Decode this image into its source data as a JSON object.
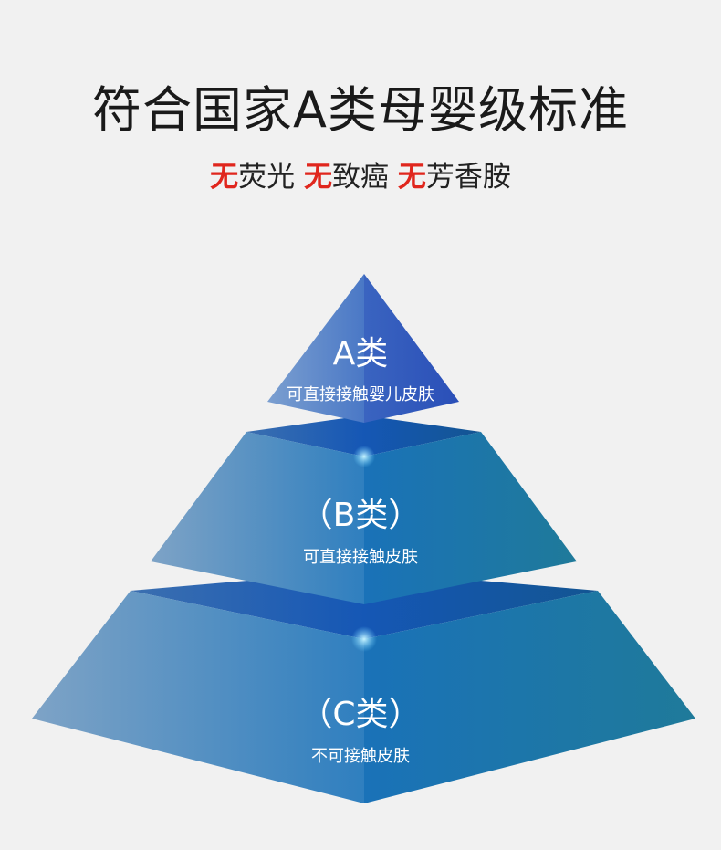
{
  "title": "符合国家A类母婴级标准",
  "subtitle": [
    {
      "no": "无",
      "text": "荧光"
    },
    {
      "no": "无",
      "text": "致癌"
    },
    {
      "no": "无",
      "text": "芳香胺"
    }
  ],
  "tiers": [
    {
      "name": "A类",
      "desc": "可直接接触婴儿皮肤"
    },
    {
      "name": "（B类）",
      "desc": "可直接接触皮肤"
    },
    {
      "name": "（C类）",
      "desc": "不可接触皮肤"
    }
  ],
  "colors": {
    "accent": "#e0261d",
    "background": "#f1f1f1"
  }
}
